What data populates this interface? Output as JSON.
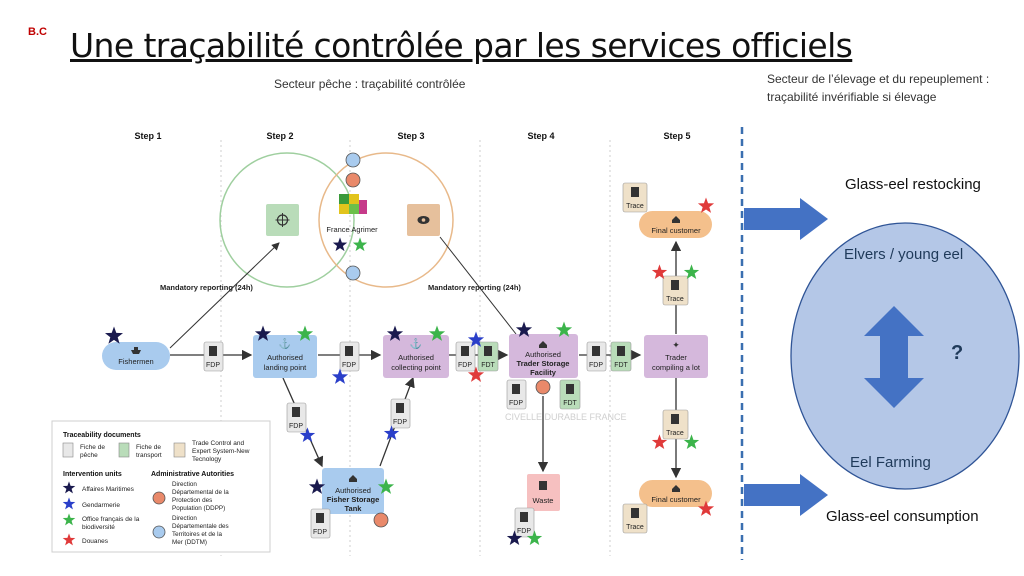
{
  "slide": {
    "tag": "B.C",
    "title": "Une traçabilité contrôlée par les services officiels",
    "subtitle_peche": "Secteur pêche : traçabilité contrôlée",
    "subtitle_elevage_line1": "Secteur de l’élevage et du repeuplement :",
    "subtitle_elevage_line2": "traçabilité invérifiable si élevage"
  },
  "steps": [
    "Step 1",
    "Step 2",
    "Step 3",
    "Step 4",
    "Step 5"
  ],
  "reporting": {
    "left": "Mandatory reporting (24h)",
    "right": "Mandatory reporting (24h)",
    "center": "France Agrimer"
  },
  "nodes": {
    "fishermen": "Fishermen",
    "landing_line1": "Authorised",
    "landing_line2": "landing point",
    "collecting_line1": "Authorised",
    "collecting_line2": "collecting point",
    "trader_line1": "Authorised",
    "trader_line2": "Trader Storage",
    "trader_line3": "Facility",
    "compiling_line1": "Trader",
    "compiling_line2": "compiling a lot",
    "fisher_tank_line1": "Authorised",
    "fisher_tank_line2": "Fisher Storage",
    "fisher_tank_line3": "Tank",
    "waste": "Waste",
    "final_top": "Final customer",
    "final_bottom": "Final customer"
  },
  "docs": {
    "fdp": "FDP",
    "fdt": "FDT",
    "trace": "Trace"
  },
  "watermark": "CIVELLE DURABLE FRANCE",
  "legend": {
    "docs_title": "Traceability documents",
    "fiche_peche_1": "Fiche de",
    "fiche_peche_2": "pêche",
    "fiche_transport_1": "Fiche de",
    "fiche_transport_2": "transport",
    "trace_1": "Trade Control and",
    "trace_2": "Expert System-New",
    "trace_3": "Tecnology",
    "units_title": "Intervention units",
    "admin_title": "Administrative Autorities",
    "affaires": "Affaires Maritimes",
    "gendarmerie": "Gendarmerie",
    "ofb_1": "Office français de la",
    "ofb_2": "biodiversité",
    "douanes": "Douanes",
    "ddpp_1": "Direction",
    "ddpp_2": "Départemental de la",
    "ddpp_3": "Protection des",
    "ddpp_4": "Population (DDPP)",
    "ddtm_1": "Direction",
    "ddtm_2": "Départementale des",
    "ddtm_3": "Territoires et de la",
    "ddtm_4": "Mer (DDTM)"
  },
  "right_panel": {
    "restocking": "Glass-eel restocking",
    "elvers": "Elvers / young eel",
    "question": "?",
    "farming": "Eel Farming",
    "consumption": "Glass-eel consumption"
  },
  "colors": {
    "star_navy": "#1a1a4e",
    "star_blue": "#2a3fc9",
    "star_green": "#3cb44b",
    "star_red": "#e03a3a",
    "blue_node": "#a9cbee",
    "purple_node": "#d5b8dc",
    "orange_node": "#f4c08c",
    "ellipse": "#b4c7e7",
    "arrow": "#4472c4"
  }
}
